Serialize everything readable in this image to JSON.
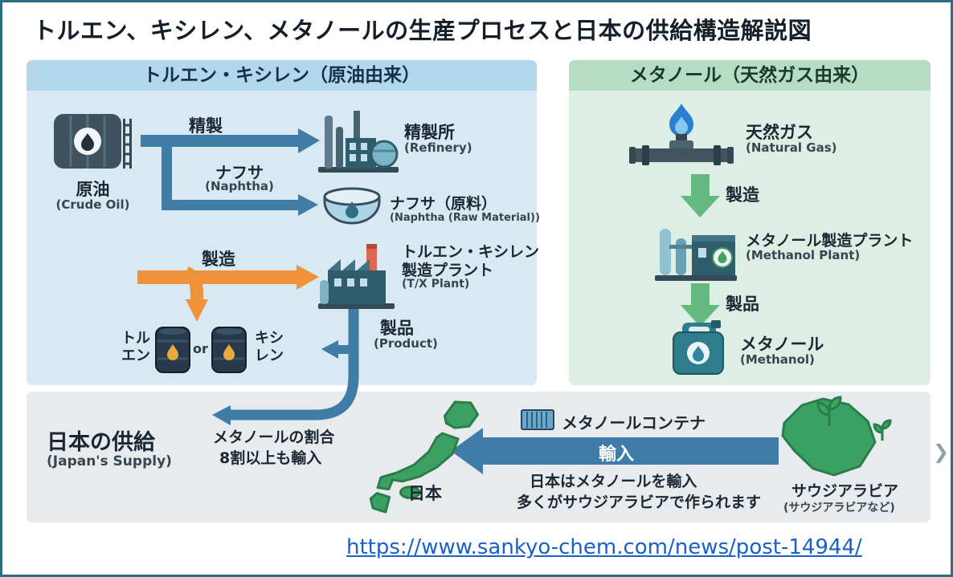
{
  "page": {
    "title": "トルエン、キシレン、メタノールの生産プロセスと日本の供給構造解説図",
    "source_url": "https://www.sankyo-chem.com/news/post-14944/",
    "next_chevron": "❯"
  },
  "colors": {
    "frame_border": "#2a7083",
    "left_panel_bg": "#d8e9f4",
    "left_header_bg": "#b3d7ea",
    "right_panel_bg": "#ddeee4",
    "right_header_bg": "#b6dcc6",
    "bottom_panel_bg": "#e8ebee",
    "blue_arrow": "#3f7ca6",
    "orange_arrow": "#f0923a",
    "green_arrow": "#63b97f",
    "url_blue": "#1961c9"
  },
  "left_panel": {
    "header": "トルエン・キシレン（原油由来）",
    "crude_oil_jp": "原油",
    "crude_oil_en": "(Crude Oil)",
    "refine": "精製",
    "refinery_jp": "精製所",
    "refinery_en": "(Refinery)",
    "naphtha_jp": "ナフサ",
    "naphtha_en": "(Naphtha)",
    "naphtha_raw_jp": "ナフサ（原料）",
    "naphtha_raw_en": "(Naphtha (Raw Material))",
    "manufacture": "製造",
    "tx_plant_jp1": "トルエン・キシレン",
    "tx_plant_jp2": "製造プラント",
    "tx_plant_en": "(T/X Plant)",
    "toluene_l1": "トル",
    "toluene_l2": "エン",
    "or": "or",
    "xylene_l1": "キシ",
    "xylene_l2": "レン",
    "product_jp": "製品",
    "product_en": "(Product)"
  },
  "right_panel": {
    "header": "メタノール（天然ガス由来）",
    "natural_gas_jp": "天然ガス",
    "natural_gas_en": "(Natural Gas)",
    "manufacture": "製造",
    "plant_jp": "メタノール製造プラント",
    "plant_en": "(Methanol Plant)",
    "product": "製品",
    "methanol_jp": "メタノール",
    "methanol_en": "(Methanol)"
  },
  "bottom_panel": {
    "title_jp": "日本の供給",
    "title_en": "(Japan's Supply)",
    "note_l1": "メタノールの割合",
    "note_l2": "8割以上も輸入",
    "japan": "日本",
    "container_label": "メタノールコンテナ",
    "import": "輸入",
    "caption_l1": "日本はメタノールを輸入",
    "caption_l2": "多くがサウジアラビアで作られます",
    "saudi_jp": "サウジアラビア",
    "saudi_en": "(サウジアラビアなど)"
  }
}
